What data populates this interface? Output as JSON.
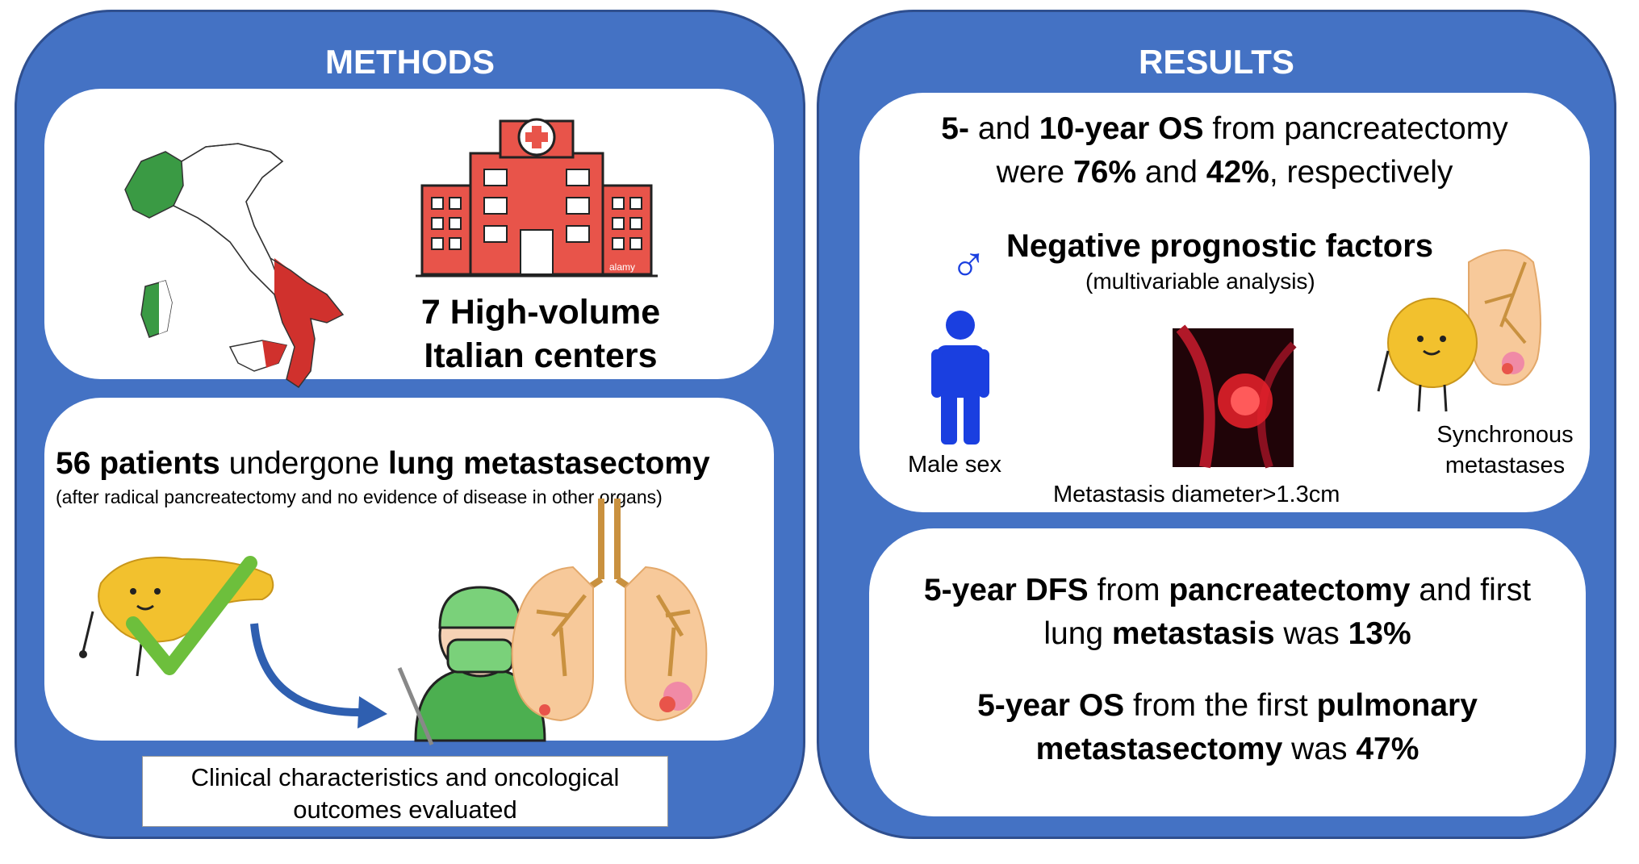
{
  "methods": {
    "title": "METHODS",
    "centers": {
      "line1": "7 High-volume",
      "line2": "Italian centers"
    },
    "hospital_watermark": "alamy",
    "patients": {
      "count": "56 patients",
      "verb": " undergone ",
      "procedure": "lung metastasectomy"
    },
    "patients_note": "(after radical pancreatectomy and no evidence of disease in other organs)",
    "evaluated": {
      "line1": "Clinical characteristics and oncological",
      "line2": "outcomes evaluated"
    }
  },
  "results": {
    "title": "RESULTS",
    "os": {
      "a": "5-",
      "b": " and ",
      "c": "10-year OS",
      "d": " from pancreatectomy",
      "e": "were ",
      "f": "76%",
      "g": " and ",
      "h": "42%",
      "i": ", respectively"
    },
    "prognostic": {
      "symbol": "♂",
      "title": "Negative prognostic factors",
      "subtitle": "(multivariable analysis)"
    },
    "factors": {
      "male": "Male sex",
      "diameter": "Metastasis diameter>1.3cm",
      "sync1": "Synchronous",
      "sync2": "metastases"
    },
    "dfs": {
      "a": "5-year DFS",
      "b": " from ",
      "c": "pancreatectomy",
      "d": " and first",
      "e": "lung ",
      "f": "metastasis",
      "g": " was ",
      "h": "13%"
    },
    "os2": {
      "a": "5-year OS",
      "b": " from the first ",
      "c": "pulmonary",
      "d": "metastasectomy",
      "e": " was ",
      "f": "47%"
    }
  },
  "colors": {
    "panel_blue": "#4472c4",
    "hospital_red": "#e8544a",
    "flag_green": "#3a9a44",
    "flag_red": "#d0312d",
    "check_green": "#6dbf3c",
    "surgeon_green": "#4caf50",
    "pancreas_yellow": "#f2c12e",
    "lung_peach": "#f7c99a",
    "person_blue": "#1a3fe0"
  }
}
